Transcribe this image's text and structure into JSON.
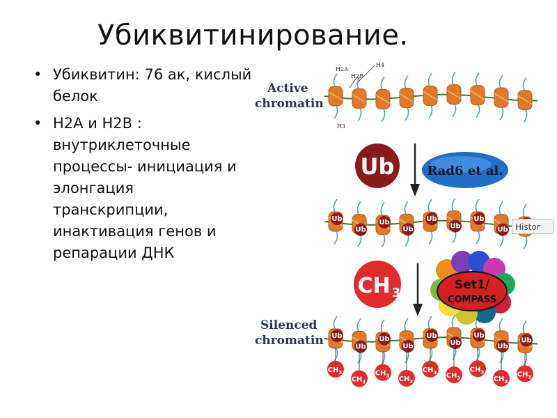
{
  "slide": {
    "title": "Убиквитинирование.",
    "bullets": [
      "Убиквитин: 76 ак, кислый белок",
      "H2A и H2B : внутриклеточные процессы- инициация и элонгация транскрипции, инактивация генов и репарации ДНК"
    ]
  },
  "figure": {
    "active_label_line1": "Active",
    "active_label_line2": "chromatin",
    "silenced_label_line1": "Silenced",
    "silenced_label_line2": "chromatin",
    "histone_labels": [
      "H2A",
      "H2B",
      "H4",
      "H3"
    ],
    "ub_label": "Ub",
    "rad6_label": "Rad6 et al.",
    "ch3_label": "CH",
    "ch3_sub": "3",
    "set1_line1": "Set1/",
    "set1_line2": "COMPASS",
    "colors": {
      "nucleosome": "#e07a2a",
      "tail_blue": "#4aa3c8",
      "ub_circle": "#8b1a1a",
      "ch3_circle": "#e02c2c",
      "rad6_ellipse": "#1f6ec7"
    }
  },
  "tooltip": {
    "text": "Histor"
  }
}
